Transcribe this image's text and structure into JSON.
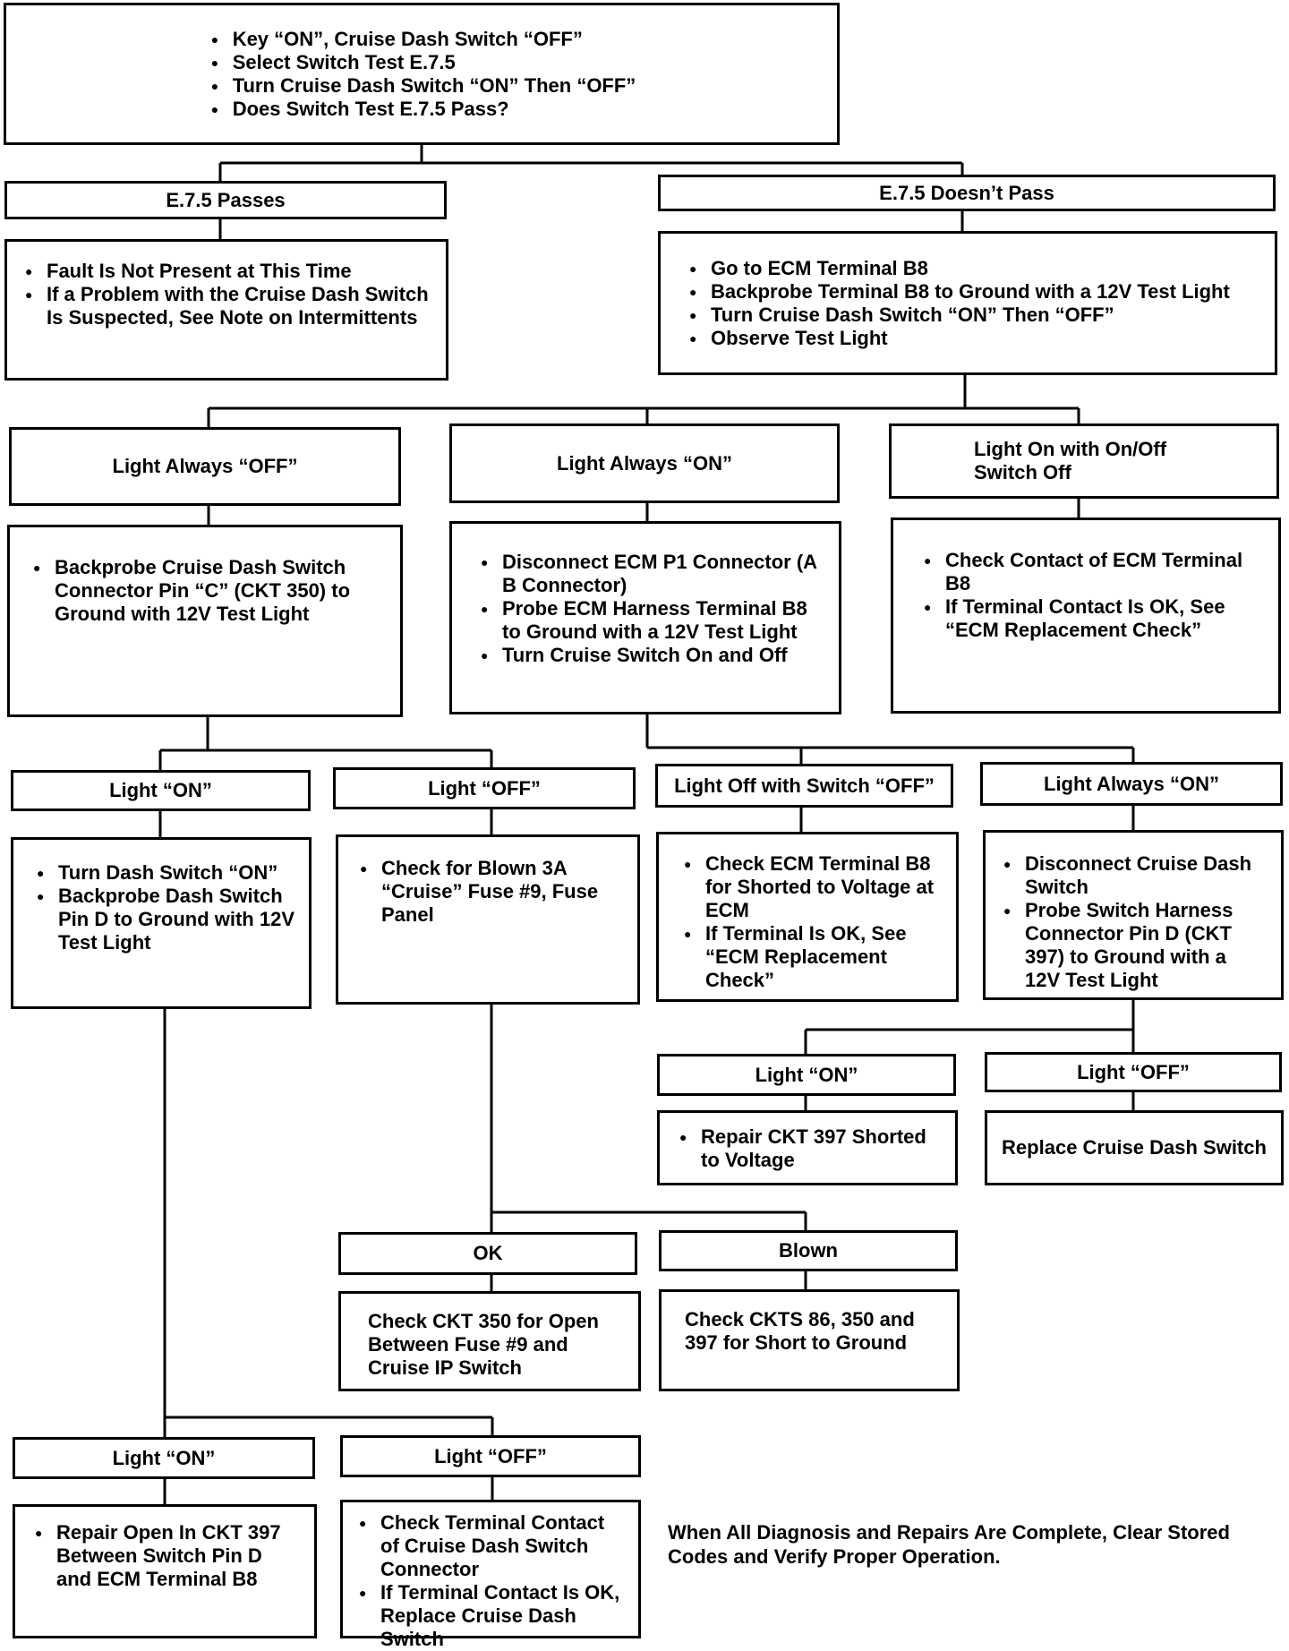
{
  "start": {
    "items": [
      "Key “ON”, Cruise Dash Switch “OFF”",
      "Select Switch Test E.7.5",
      "Turn Cruise Dash Switch “ON” Then “OFF”",
      "Does Switch Test E.7.5 Pass?"
    ]
  },
  "passes": {
    "label": "E.7.5 Passes",
    "items": [
      "Fault Is Not Present at This Time",
      "If a Problem with the Cruise Dash Switch Is Suspected, See Note on Intermittents"
    ]
  },
  "not_pass": {
    "label": "E.7.5 Doesn’t Pass",
    "items": [
      "Go to ECM Terminal B8",
      "Backprobe Terminal B8 to Ground with a 12V Test Light",
      "Turn Cruise Dash Switch “ON” Then “OFF”",
      "Observe Test Light"
    ]
  },
  "always_off": {
    "label": "Light Always “OFF”",
    "items": [
      "Backprobe Cruise Dash Switch Connector Pin “C” (CKT 350) to Ground with 12V Test Light"
    ]
  },
  "always_on": {
    "label": "Light Always “ON”",
    "items": [
      "Disconnect ECM P1 Connector (A B Connector)",
      "Probe ECM Harness Terminal B8 to Ground with a 12V Test Light",
      "Turn Cruise Switch On and Off"
    ]
  },
  "on_switch_off": {
    "label": "Light On with On/Off Switch Off",
    "items": [
      "Check Contact of ECM Terminal B8",
      "If Terminal Contact Is OK, See “ECM Replacement Check”"
    ]
  },
  "a_on": {
    "label": "Light “ON”",
    "items": [
      "Turn Dash Switch “ON”",
      "Backprobe Dash Switch Pin D to Ground with 12V Test Light"
    ]
  },
  "a_off": {
    "label": "Light “OFF”",
    "items": [
      "Check for Blown 3A “Cruise” Fuse #9, Fuse Panel"
    ]
  },
  "b_off": {
    "label": "Light Off with Switch “OFF”",
    "items": [
      "Check ECM Terminal B8 for Shorted to Voltage at ECM",
      "If Terminal Is OK, See “ECM Replacement Check”"
    ]
  },
  "b_on": {
    "label": "Light Always “ON”",
    "items": [
      "Disconnect Cruise Dash Switch",
      "Probe Switch Harness Connector Pin D (CKT 397) to Ground with a 12V Test Light"
    ]
  },
  "c_on": {
    "label": "Light “ON”",
    "items": [
      "Repair CKT 397 Shorted to Voltage"
    ]
  },
  "c_off": {
    "label": "Light “OFF”",
    "text": "Replace Cruise Dash Switch"
  },
  "fuse_ok": {
    "label": "OK",
    "text": "Check CKT 350 for Open Between Fuse #9 and Cruise IP Switch"
  },
  "fuse_blown": {
    "label": "Blown",
    "text": "Check CKTS 86, 350 and 397 for Short to Ground"
  },
  "d_on": {
    "label": "Light “ON”",
    "items": [
      "Repair Open In CKT 397 Between Switch Pin D and ECM Terminal B8"
    ]
  },
  "d_off": {
    "label": "Light “OFF”",
    "items": [
      "Check Terminal Contact of Cruise Dash Switch Connector",
      "If Terminal Contact Is OK, Replace Cruise Dash Switch"
    ]
  },
  "final_note": "When All Diagnosis and Repairs Are Complete, Clear Stored Codes and Verify Proper Operation."
}
